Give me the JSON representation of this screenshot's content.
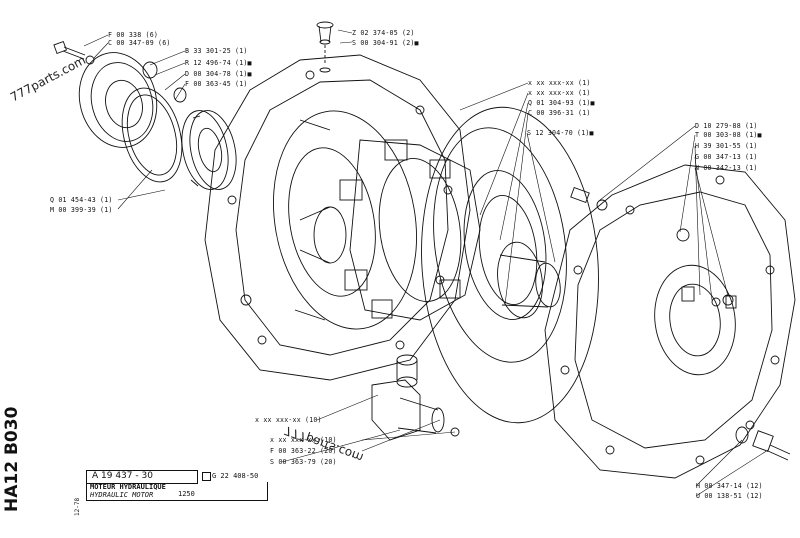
{
  "watermark": "777parts.com",
  "watermark_mirrored": "777parts.com",
  "title_vertical": "HA12 B030",
  "date_code": "12-78",
  "title_block": {
    "ref_number": "A 19 437 - 30",
    "alt_ref": "G 22 408-50",
    "name_fr": "MOTEUR HYDRAULIQUE",
    "name_en": "HYDRAULIC MOTOR",
    "code": "1250"
  },
  "callouts": {
    "top_left": [
      "F 00 338 (6)",
      "C 00 347-09 (6)"
    ],
    "top_mid": [
      "Z 02 374-05 (2)",
      "S 00 304-91 (2)■"
    ],
    "left_group": [
      "B 33 301-25 (1)",
      "R 12 496-74 (1)■",
      "D 00 304-78 (1)■",
      "F 00 363-45 (1)"
    ],
    "left_low": [
      "Q 01 454-43 (1)",
      "M 00 399-39 (1)"
    ],
    "mid_group": [
      "x xx xxx-xx (1)",
      "x xx xxx-xx (1)",
      "Q 01 304-93 (1)■",
      "C 00 396-31 (1)"
    ],
    "mid_single": "S 12 304-70 (1)■",
    "right_group": [
      "D 10 279-88 (1)",
      "T 00 303-08 (1)■",
      "H 39 301-55 (1)",
      "G 00 347-13 (1)",
      "N 00 342-13 (1)"
    ],
    "bottom_center_single": "x xx xxx-xx (10)",
    "bottom_center_group": [
      "x xx xxx-xx (10)",
      "F 00 363-22 (20)",
      "S 00 363-79 (20)"
    ],
    "bottom_right": [
      "H 00 347-14 (12)",
      "U 00 138-51 (12)"
    ]
  }
}
